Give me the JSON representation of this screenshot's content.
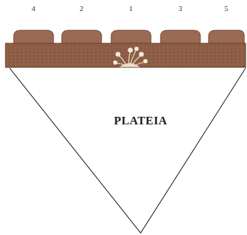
{
  "diagram": {
    "nodes": [
      {
        "text": [
          "PLATEIA"
        ]
      }
    ],
    "labels": [
      "4",
      "2",
      "1",
      "3",
      "5"
    ]
  }
}
